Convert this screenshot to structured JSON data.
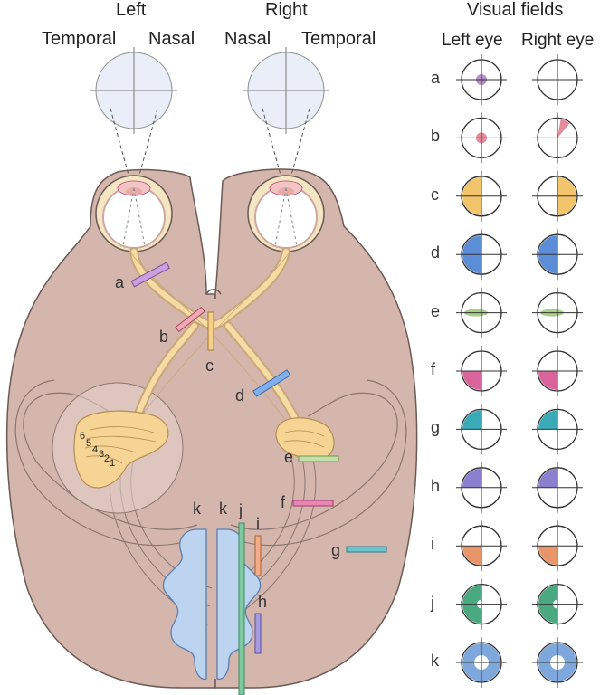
{
  "headings": {
    "left": "Left",
    "right": "Right",
    "left_temporal": "Temporal",
    "left_nasal": "Nasal",
    "right_nasal": "Nasal",
    "right_temporal": "Temporal",
    "visual_fields": "Visual fields",
    "left_eye": "Left eye",
    "right_eye": "Right eye"
  },
  "lesions": [
    {
      "id": "a",
      "color": "#b58fc9"
    },
    {
      "id": "b",
      "color": "#e58c9c"
    },
    {
      "id": "c",
      "color": "#f2c46b"
    },
    {
      "id": "d",
      "color": "#5b8ed6"
    },
    {
      "id": "e",
      "color": "#a8cf86"
    },
    {
      "id": "f",
      "color": "#d9649b"
    },
    {
      "id": "g",
      "color": "#3aaab8"
    },
    {
      "id": "h",
      "color": "#8b7fcf"
    },
    {
      "id": "i",
      "color": "#e9956a"
    },
    {
      "id": "j",
      "color": "#4aa980"
    },
    {
      "id": "k",
      "color": "#7ea8dc"
    }
  ],
  "lesion_labels": {
    "a": "a",
    "b": "b",
    "c": "c",
    "d": "d",
    "e": "e",
    "f": "f",
    "g": "g",
    "h": "h",
    "i": "i",
    "j": "j",
    "k1": "k",
    "k2": "k"
  },
  "lgn_layers": [
    "6",
    "5",
    "4",
    "3",
    "2",
    "1"
  ],
  "field_rows": [
    {
      "label": "a",
      "left": "central",
      "right": "none"
    },
    {
      "label": "b",
      "left": "central",
      "right": "temporal-upper-wedge"
    },
    {
      "label": "c",
      "left": "temporal-half",
      "right": "temporal-half"
    },
    {
      "label": "d",
      "left": "left-half",
      "right": "left-half"
    },
    {
      "label": "e",
      "left": "horizontal-sector",
      "right": "horizontal-sector"
    },
    {
      "label": "f",
      "left": "lower-left-quadrant",
      "right": "lower-left-quadrant"
    },
    {
      "label": "g",
      "left": "upper-left-quadrant",
      "right": "upper-left-quadrant"
    },
    {
      "label": "h",
      "left": "upper-left-quadrant",
      "right": "upper-left-quadrant"
    },
    {
      "label": "i",
      "left": "lower-left-quadrant",
      "right": "lower-left-quadrant"
    },
    {
      "label": "j",
      "left": "left-half-macular-sparing",
      "right": "left-half-macular-sparing"
    },
    {
      "label": "k",
      "left": "ring-central-sparing",
      "right": "ring-central-sparing"
    }
  ]
}
